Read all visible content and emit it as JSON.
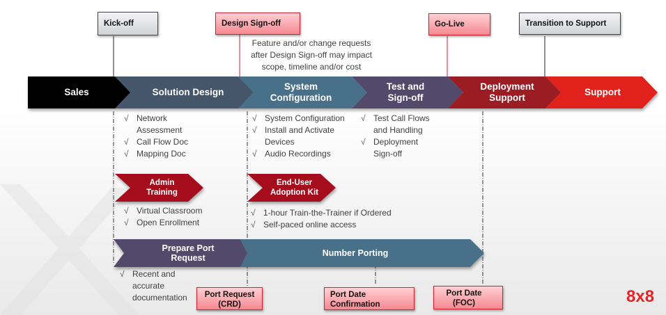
{
  "milestones_top": [
    {
      "label": "Kick-off",
      "style": "grey"
    },
    {
      "label": "Design Sign-off",
      "style": "red"
    },
    {
      "label": "Go-Live",
      "style": "red"
    },
    {
      "label": "Transition to Support",
      "style": "grey"
    }
  ],
  "design_signoff_note": [
    "Feature and/or change requests",
    "after Design Sign-off may impact",
    "scope, timeline and/or cost"
  ],
  "stages": [
    {
      "label": "Sales",
      "color": "#000000"
    },
    {
      "label": "Solution Design",
      "color": "#44546a"
    },
    {
      "label": "System Configuration",
      "color": "#4a7089"
    },
    {
      "label": "Test and Sign-off",
      "color": "#524a6a"
    },
    {
      "label": "Deployment Support",
      "color": "#9b1b24"
    },
    {
      "label": "Support",
      "color": "#e1241f"
    }
  ],
  "stage_lists": {
    "solution_design": [
      "Network Assessment",
      "Call Flow Doc",
      "Mapping Doc"
    ],
    "system_configuration": [
      "System Configuration",
      "Install and Activate Devices",
      "Audio Recordings"
    ],
    "test_signoff": [
      "Test Call Flows and Handling",
      "Deployment Sign-off"
    ]
  },
  "check_glyph": "√",
  "training": {
    "admin": {
      "label": "Admin Training",
      "color": "#a50f1c",
      "items": [
        "Virtual Classroom",
        "Open Enrollment"
      ]
    },
    "end_user": {
      "label": "End-User Adoption Kit",
      "color": "#a50f1c",
      "items": [
        "1-hour Train-the-Trainer if Ordered",
        "Self-paced online access"
      ]
    }
  },
  "porting": {
    "prepare": {
      "label": "Prepare Port Request",
      "color": "#524a6a",
      "items": [
        "Recent and accurate documentation"
      ]
    },
    "number_porting": {
      "label": "Number Porting",
      "color": "#4a7089"
    }
  },
  "milestones_bottom": [
    {
      "label": "Port Request (CRD)"
    },
    {
      "label": "Port Date Confirmation"
    },
    {
      "label": "Port Date (FOC)"
    }
  ],
  "logo": "8x8",
  "colors": {
    "accent_red": "#e4242b",
    "callout_red_border": "#d32030"
  }
}
